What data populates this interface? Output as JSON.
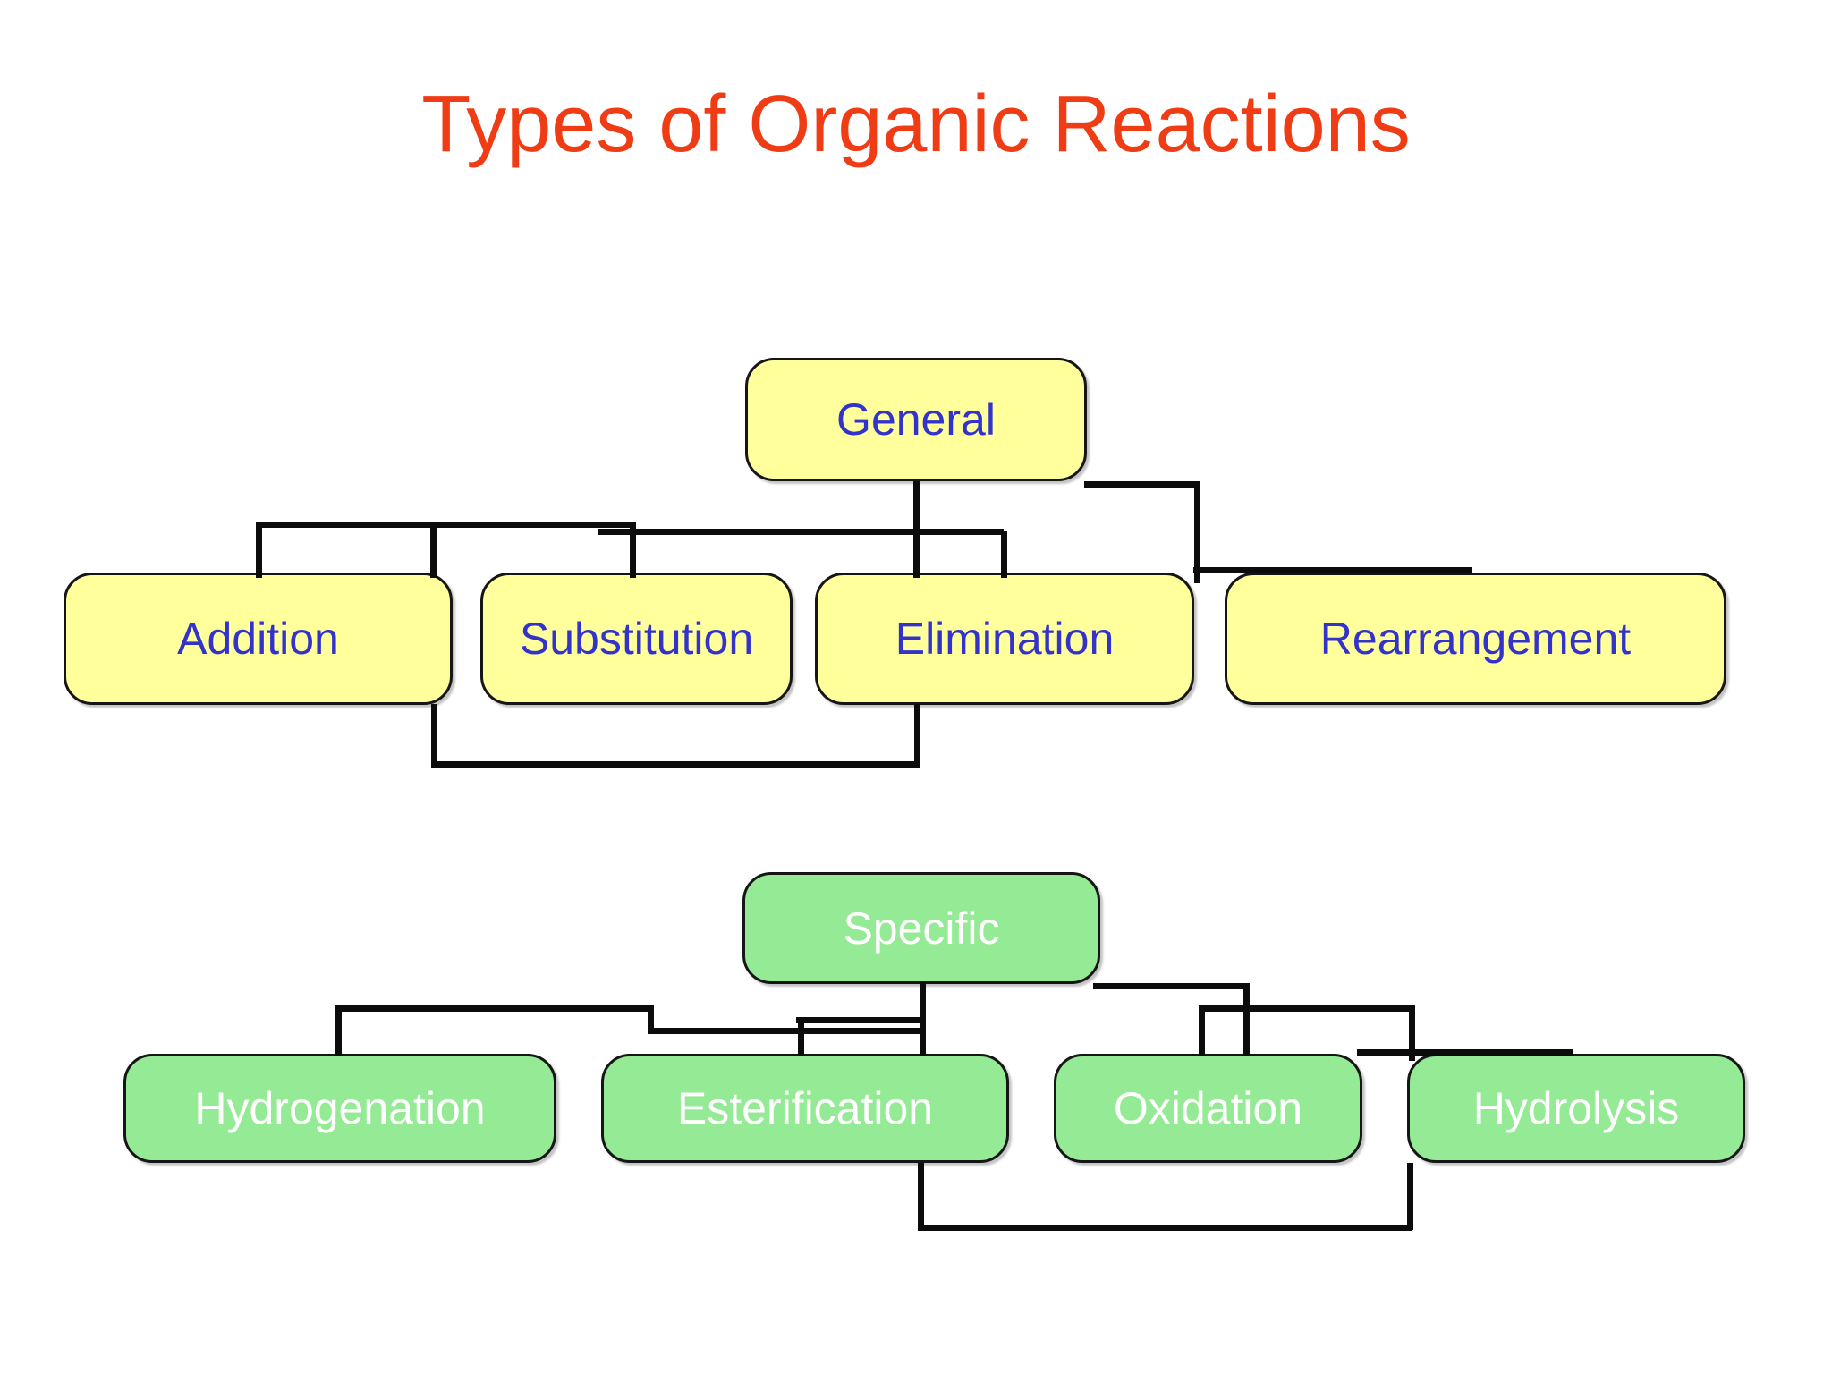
{
  "title": {
    "text": "Types of Organic Reactions",
    "color": "#F03C14"
  },
  "colors": {
    "background": "#FFFFFF",
    "general_fill": "#FFFF9C",
    "general_text": "#3333CC",
    "specific_fill": "#95EB95",
    "specific_text": "#FFFFFF",
    "connector": "#0C0C0C",
    "box_border": "#161616"
  },
  "general_tree": {
    "root": {
      "label": "General"
    },
    "children": [
      {
        "label": "Addition"
      },
      {
        "label": "Substitution"
      },
      {
        "label": "Elimination"
      },
      {
        "label": "Rearrangement"
      }
    ]
  },
  "specific_tree": {
    "root": {
      "label": "Specific"
    },
    "children": [
      {
        "label": "Hydrogenation"
      },
      {
        "label": "Esterification"
      },
      {
        "label": "Oxidation"
      },
      {
        "label": "Hydrolysis"
      }
    ]
  }
}
